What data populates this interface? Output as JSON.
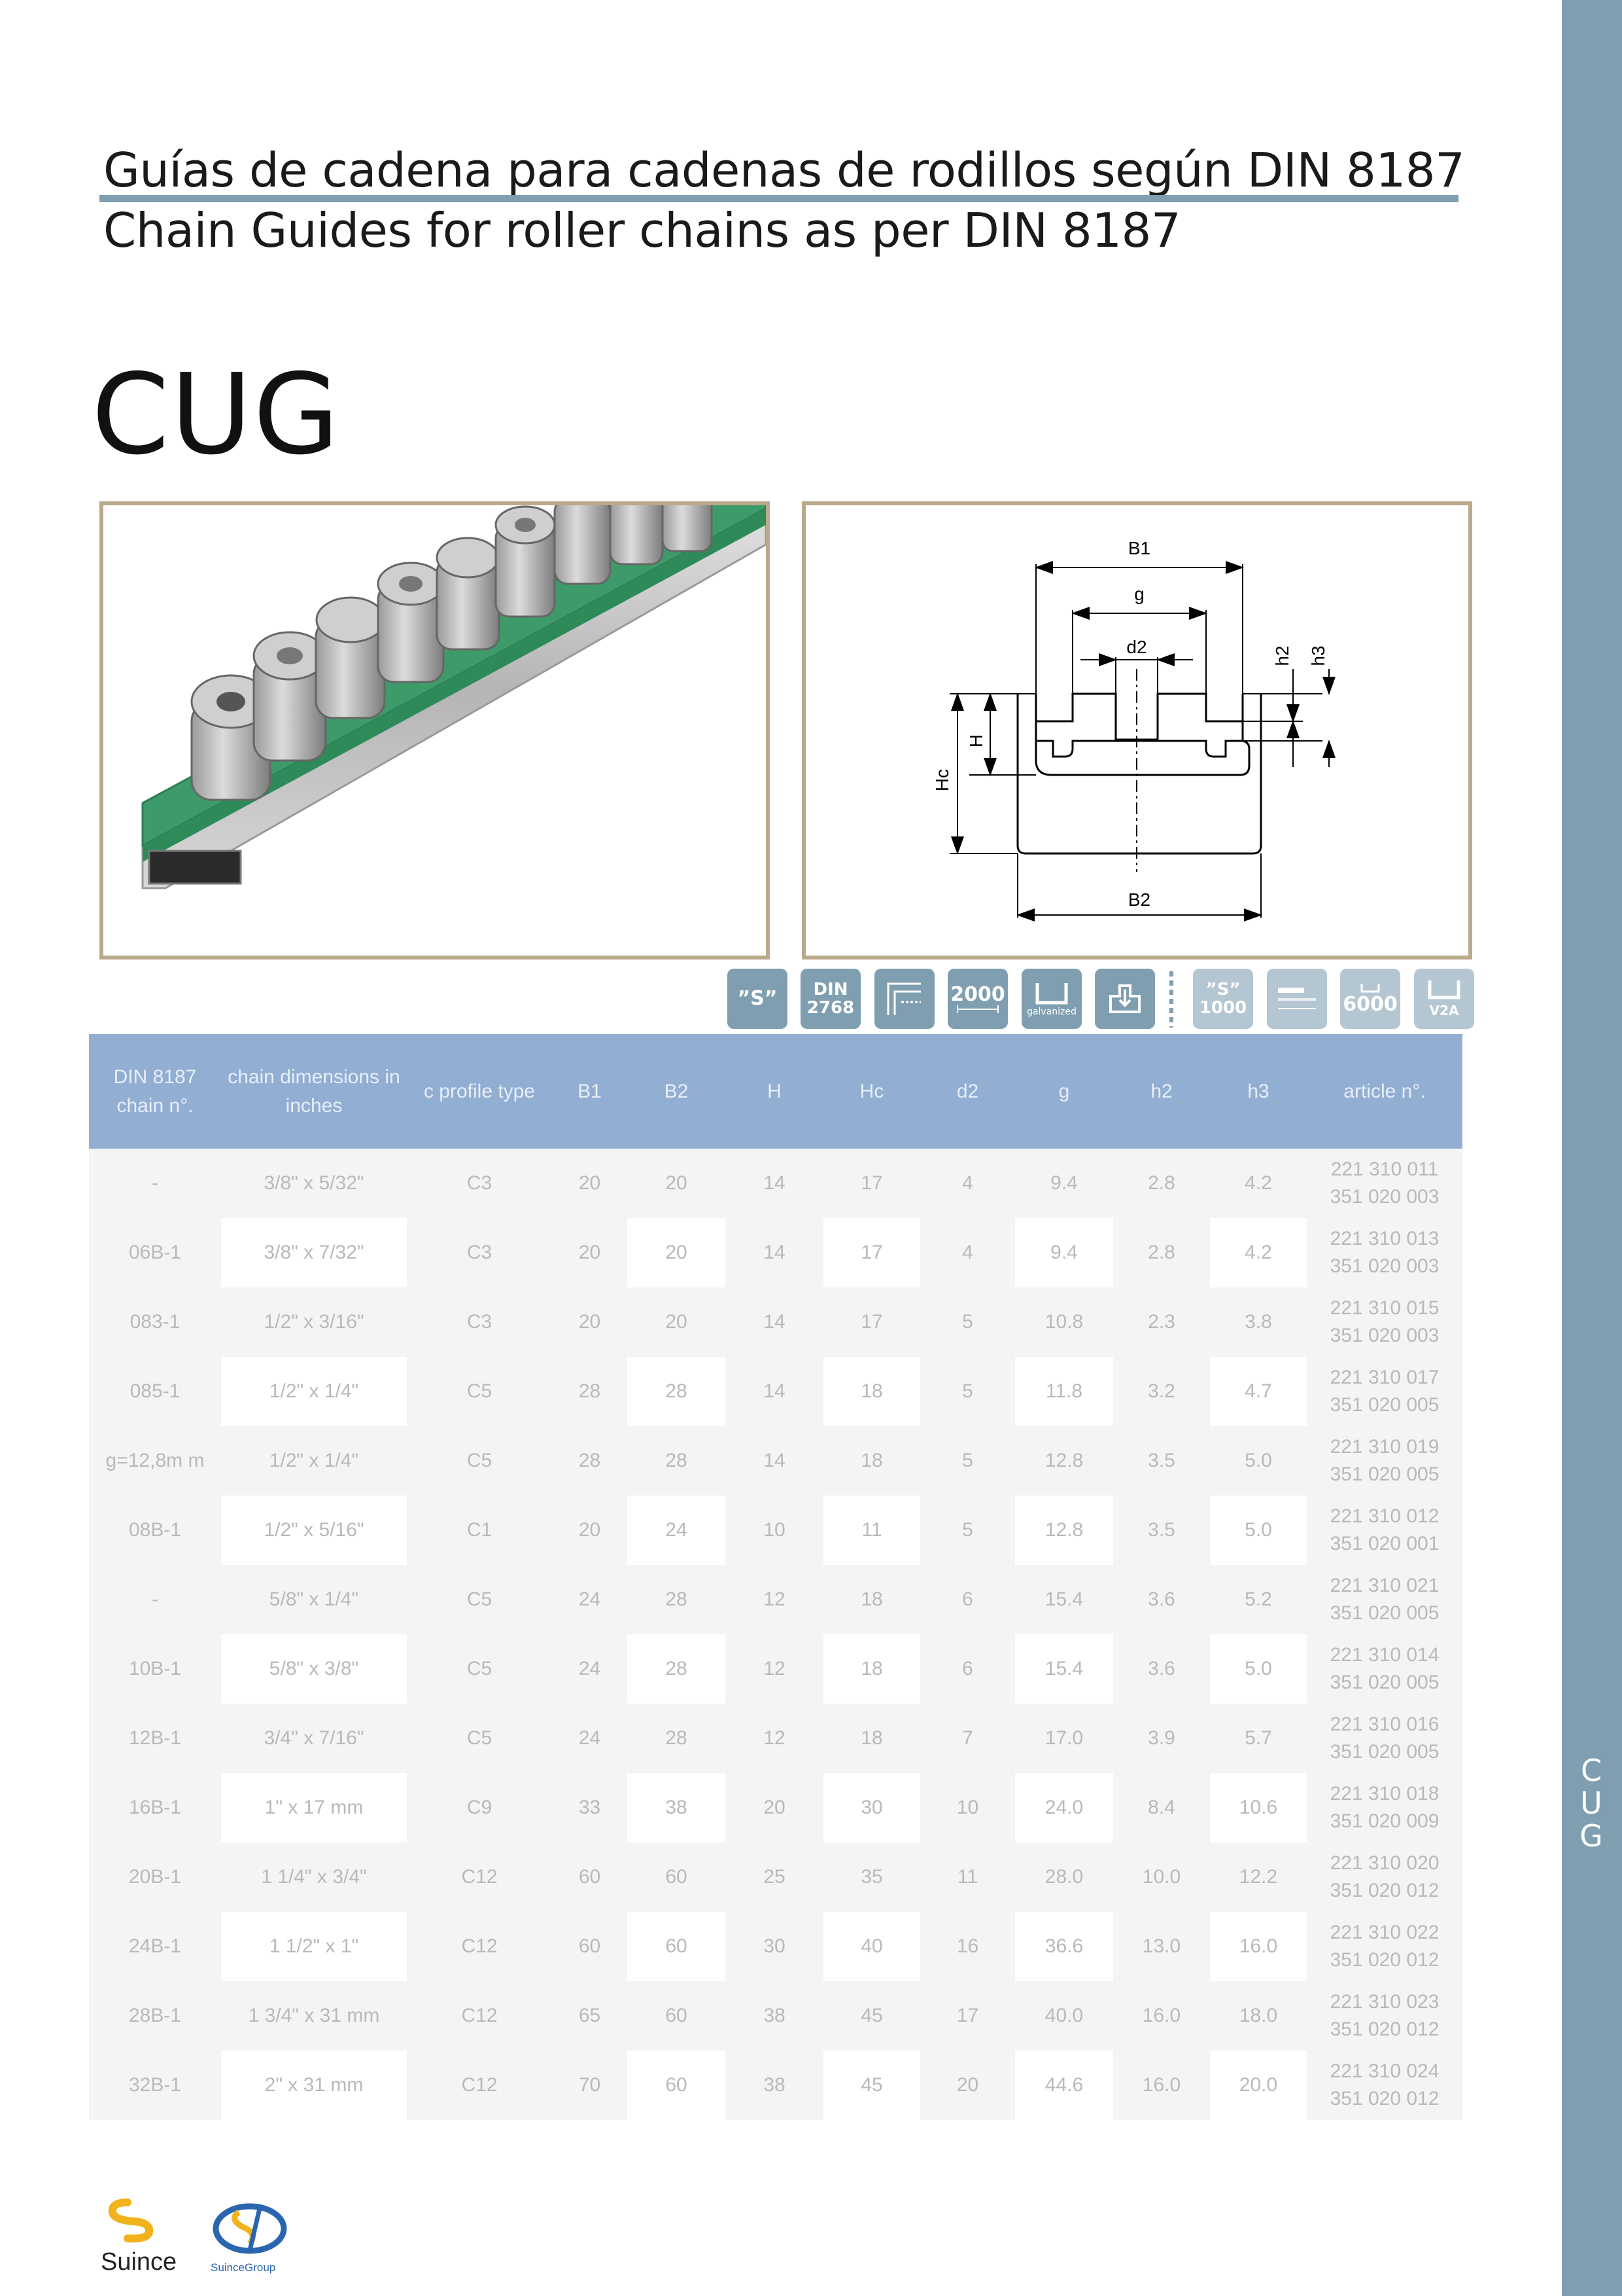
{
  "header": {
    "title_es": "Guías de cadena para cadenas de rodillos según DIN 8187",
    "title_en": "Chain Guides for roller chains as per DIN 8187"
  },
  "product_code": "CUG",
  "sidebar": {
    "letters": [
      "C",
      "U",
      "G"
    ]
  },
  "drawing": {
    "labels": {
      "b1": "B1",
      "g": "g",
      "d2": "d2",
      "h2": "h2",
      "h3": "h3",
      "hc": "Hc",
      "h": "H",
      "b2": "B2"
    }
  },
  "icons": [
    {
      "name": "s-profile-icon",
      "line1": "”S”",
      "line2": ""
    },
    {
      "name": "din-2768-icon",
      "line1": "DIN",
      "line2": "2768"
    },
    {
      "name": "profile-section-icon",
      "line1": "",
      "line2": ""
    },
    {
      "name": "length-2000-icon",
      "line1": "2000",
      "line2": ""
    },
    {
      "name": "galvanized-channel-icon",
      "line1": "",
      "line2": "galvanized"
    },
    {
      "name": "mounting-icon",
      "line1": "",
      "line2": ""
    },
    {
      "name": "s-1000-icon",
      "line1": "”S”",
      "line2": "1000"
    },
    {
      "name": "length-bar-icon",
      "line1": "",
      "line2": ""
    },
    {
      "name": "length-6000-icon",
      "line1": "6000",
      "line2": ""
    },
    {
      "name": "v2a-channel-icon",
      "line1": "",
      "line2": "V2A"
    }
  ],
  "table": {
    "headers": [
      "DIN 8187 chain n°.",
      "chain dimensions in inches",
      "c profile type",
      "B1",
      "B2",
      "H",
      "Hc",
      "d2",
      "g",
      "h2",
      "h3",
      "article n°."
    ],
    "rows": [
      [
        "-",
        "3/8\" x 5/32\"",
        "C3",
        "20",
        "20",
        "14",
        "17",
        "4",
        "9.4",
        "2.8",
        "4.2",
        "221 310 011",
        "351 020 003"
      ],
      [
        "06B-1",
        "3/8\" x 7/32\"",
        "C3",
        "20",
        "20",
        "14",
        "17",
        "4",
        "9.4",
        "2.8",
        "4.2",
        "221 310 013",
        "351 020 003"
      ],
      [
        "083-1",
        "1/2\" x 3/16\"",
        "C3",
        "20",
        "20",
        "14",
        "17",
        "5",
        "10.8",
        "2.3",
        "3.8",
        "221 310 015",
        "351 020 003"
      ],
      [
        "085-1",
        "1/2\" x 1/4\"",
        "C5",
        "28",
        "28",
        "14",
        "18",
        "5",
        "11.8",
        "3.2",
        "4.7",
        "221 310 017",
        "351 020 005"
      ],
      [
        "g=12,8m m",
        "1/2\" x 1/4\"",
        "C5",
        "28",
        "28",
        "14",
        "18",
        "5",
        "12.8",
        "3.5",
        "5.0",
        "221 310 019",
        "351 020 005"
      ],
      [
        "08B-1",
        "1/2\" x 5/16\"",
        "C1",
        "20",
        "24",
        "10",
        "11",
        "5",
        "12.8",
        "3.5",
        "5.0",
        "221 310 012",
        "351 020 001"
      ],
      [
        "-",
        "5/8\" x 1/4\"",
        "C5",
        "24",
        "28",
        "12",
        "18",
        "6",
        "15.4",
        "3.6",
        "5.2",
        "221 310 021",
        "351 020 005"
      ],
      [
        "10B-1",
        "5/8\" x 3/8\"",
        "C5",
        "24",
        "28",
        "12",
        "18",
        "6",
        "15.4",
        "3.6",
        "5.0",
        "221 310 014",
        "351 020 005"
      ],
      [
        "12B-1",
        "3/4\" x 7/16\"",
        "C5",
        "24",
        "28",
        "12",
        "18",
        "7",
        "17.0",
        "3.9",
        "5.7",
        "221 310 016",
        "351 020 005"
      ],
      [
        "16B-1",
        "1\" x 17 mm",
        "C9",
        "33",
        "38",
        "20",
        "30",
        "10",
        "24.0",
        "8.4",
        "10.6",
        "221 310 018",
        "351 020 009"
      ],
      [
        "20B-1",
        "1 1/4\" x 3/4\"",
        "C12",
        "60",
        "60",
        "25",
        "35",
        "11",
        "28.0",
        "10.0",
        "12.2",
        "221 310 020",
        "351 020 012"
      ],
      [
        "24B-1",
        "1 1/2\" x 1\"",
        "C12",
        "60",
        "60",
        "30",
        "40",
        "16",
        "36.6",
        "13.0",
        "16.0",
        "221 310 022",
        "351 020 012"
      ],
      [
        "28B-1",
        "1 3/4\" x 31 mm",
        "C12",
        "65",
        "60",
        "38",
        "45",
        "17",
        "40.0",
        "16.0",
        "18.0",
        "221 310 023",
        "351 020 012"
      ],
      [
        "32B-1",
        "2\" x 31 mm",
        "C12",
        "70",
        "60",
        "38",
        "45",
        "20",
        "44.6",
        "16.0",
        "20.0",
        "221 310 024",
        "351 020 012"
      ]
    ]
  },
  "footer": {
    "brand": "Suince",
    "group": "SuinceGroup"
  },
  "colors": {
    "accent": "#7f9fb0",
    "table_header": "#92aed3",
    "frame": "#b8aa8a",
    "chain_guide_green": "#3d9b6a"
  }
}
